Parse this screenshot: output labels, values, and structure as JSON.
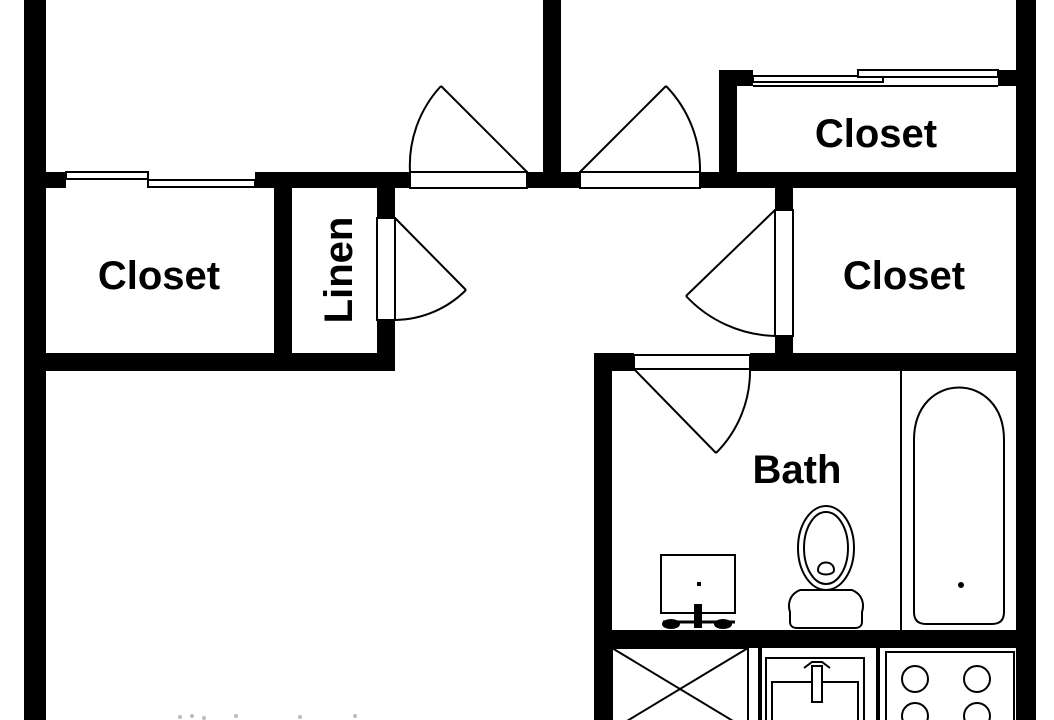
{
  "labels": {
    "closet_top_right": "Closet",
    "closet_left": "Closet",
    "linen": "Linen",
    "closet_right": "Closet",
    "bath": "Bath"
  },
  "colors": {
    "wall": "#000000",
    "background": "#ffffff",
    "line": "#000000"
  }
}
